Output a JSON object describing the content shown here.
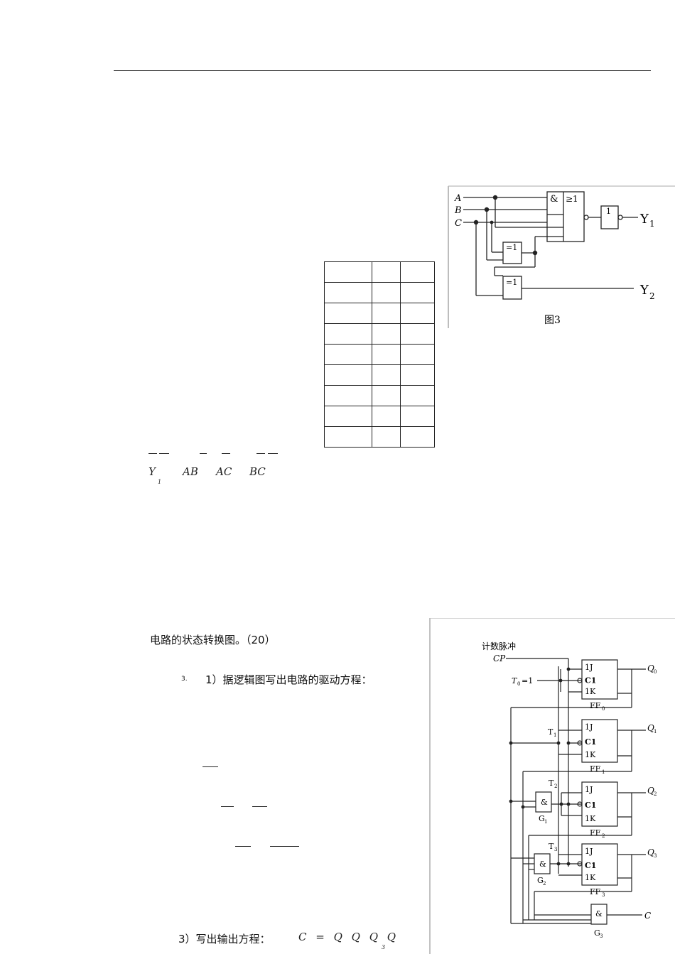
{
  "header_rule": true,
  "expression": {
    "y": "Y",
    "y_sub": "1",
    "terms": [
      "AB",
      "AC",
      "BC"
    ]
  },
  "truth_table": {
    "rows": 9,
    "cols": 3
  },
  "figure3": {
    "inputs": [
      "A",
      "B",
      "C"
    ],
    "gate_and": "&",
    "gate_or": "≥1",
    "gate_not": "1",
    "gate_xor": "=1",
    "outputs": [
      {
        "name": "Y",
        "sub": "1"
      },
      {
        "name": "Y",
        "sub": "2"
      }
    ],
    "caption": "图3"
  },
  "question": {
    "title": "电路的状态转换图。（20）",
    "step1_num": "3.",
    "step1": "1）据逻辑图写出电路的驱动方程：",
    "step3": "3）写出输出方程：",
    "output_eq": "C = Q Q Q Q",
    "output_eq_sub": "3"
  },
  "counter_figure": {
    "label_pulse": "计数脉冲",
    "label_cp": "CP",
    "t0": "T",
    "t0_sub": "0",
    "t0_eq": "=1",
    "t1": "T",
    "t1_sub": "1",
    "t2": "T",
    "t2_sub": "2",
    "t3": "T",
    "t3_sub": "3",
    "ff_pins": [
      "1J",
      "C1",
      "1K"
    ],
    "flipflops": [
      {
        "name": "FF",
        "sub": "0",
        "q": "Q",
        "q_sub": "0"
      },
      {
        "name": "FF",
        "sub": "1",
        "q": "Q",
        "q_sub": "1"
      },
      {
        "name": "FF",
        "sub": "2",
        "q": "Q",
        "q_sub": "2"
      },
      {
        "name": "FF",
        "sub": "3",
        "q": "Q",
        "q_sub": "3"
      }
    ],
    "gates": [
      {
        "sym": "&",
        "name": "G",
        "sub": "1"
      },
      {
        "sym": "&",
        "name": "G",
        "sub": "2"
      },
      {
        "sym": "&",
        "name": "G",
        "sub": "3"
      }
    ],
    "carry": "C"
  }
}
